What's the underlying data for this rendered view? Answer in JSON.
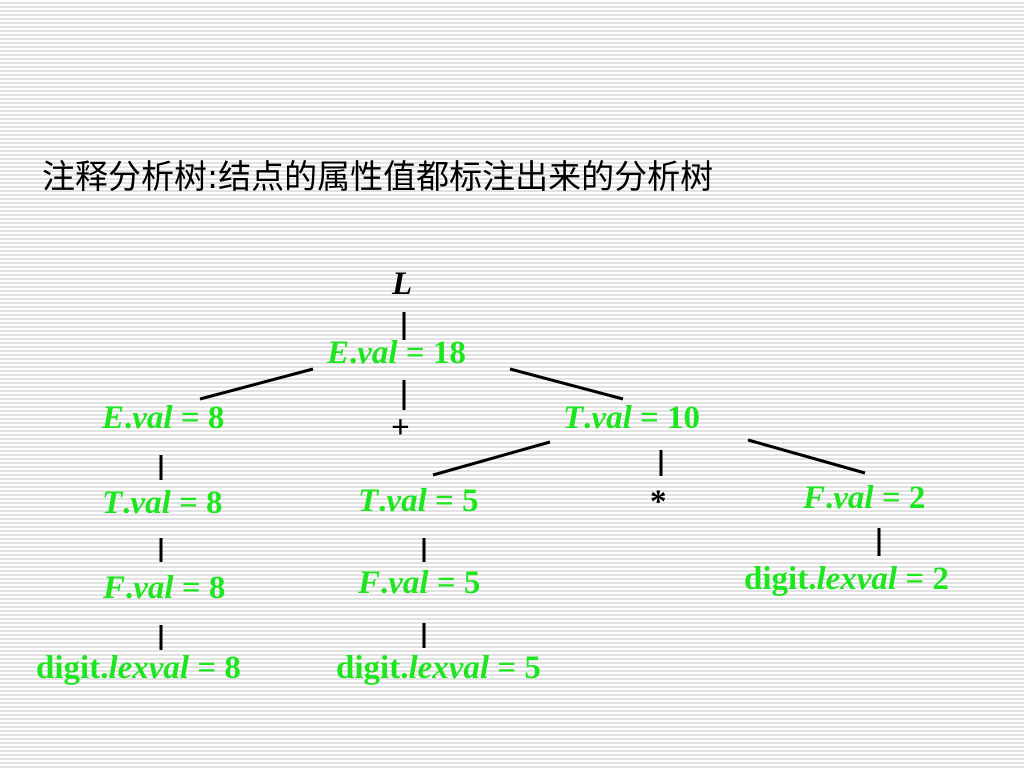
{
  "title": "注释分析树:结点的属性值都标注出来的分析树",
  "colors": {
    "node_text": "#1ee61e",
    "root_and_ops": "#000000",
    "edges": "#000000"
  },
  "tree": {
    "root": {
      "sym": "L"
    },
    "E18": {
      "sym": "E",
      "attr": "val",
      "eq": " = 18"
    },
    "plus": {
      "sym": "+"
    },
    "E8": {
      "sym": "E",
      "attr": "val",
      "eq": " = 8"
    },
    "T10": {
      "sym": "T",
      "attr": "val",
      "eq": " = 10"
    },
    "T8": {
      "sym": "T",
      "attr": "val",
      "eq": " = 8"
    },
    "F8": {
      "sym": "F",
      "attr": "val",
      "eq": " = 8"
    },
    "D8": {
      "sym": "digit",
      "attr": "lexval",
      "eq": " = 8"
    },
    "T5": {
      "sym": "T",
      "attr": "val",
      "eq": " = 5"
    },
    "F5": {
      "sym": "F",
      "attr": "val",
      "eq": " = 5"
    },
    "D5": {
      "sym": "digit",
      "attr": "lexval",
      "eq": " = 5"
    },
    "star": {
      "sym": "*"
    },
    "F2": {
      "sym": "F",
      "attr": "val",
      "eq": " = 2"
    },
    "D2": {
      "sym": "digit",
      "attr": "lexval",
      "eq": " = 2"
    }
  }
}
